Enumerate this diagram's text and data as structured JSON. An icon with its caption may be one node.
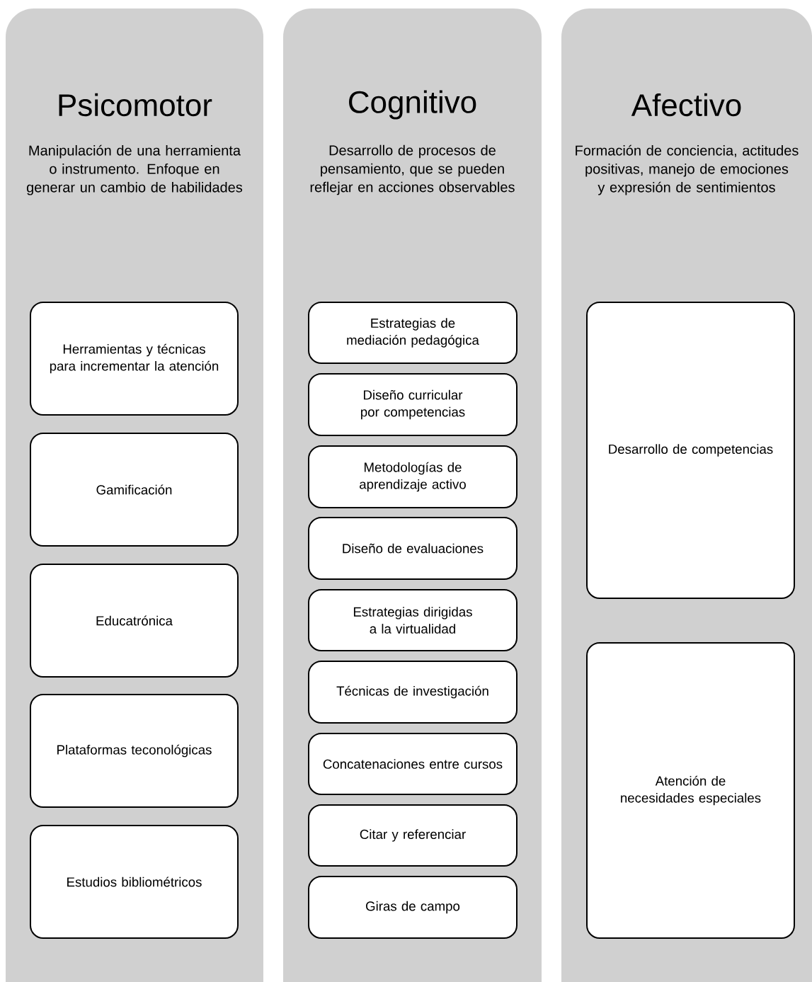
{
  "diagram": {
    "nodes": [
      {
        "text": [
          "Psicomotor",
          "Manipulación de una herramienta o instrumento. Enfoque en generar un cambio de habilidades"
        ]
      },
      {
        "text": [
          "Herramientas y técnicas para incrementar la atención"
        ],
        "in": 0
      },
      {
        "text": [
          "Gamificación"
        ],
        "in": 0
      },
      {
        "text": [
          "Educatrónica"
        ],
        "in": 0
      },
      {
        "text": [
          "Plataformas teconológicas"
        ],
        "in": 0
      },
      {
        "text": [
          "Estudios bibliométricos"
        ],
        "in": 0
      },
      {
        "text": [
          "Cognitivo",
          "Desarrollo de procesos de pensamiento, que se pueden reflejar en acciones observables"
        ]
      },
      {
        "text": [
          "Estrategias de mediación pedagógica"
        ],
        "in": 6
      },
      {
        "text": [
          "Diseño curricular por competencias"
        ],
        "in": 6
      },
      {
        "text": [
          "Metodologías de aprendizaje activo"
        ],
        "in": 6
      },
      {
        "text": [
          "Diseño de evaluaciones"
        ],
        "in": 6
      },
      {
        "text": [
          "Estrategias dirigidas a la virtualidad"
        ],
        "in": 6
      },
      {
        "text": [
          "Técnicas de investigación"
        ],
        "in": 6
      },
      {
        "text": [
          "Concatenaciones entre cursos"
        ],
        "in": 6
      },
      {
        "text": [
          "Citar y referenciar"
        ],
        "in": 6
      },
      {
        "text": [
          "Giras de campo"
        ],
        "in": 6
      },
      {
        "text": [
          "Afectivo",
          "Formación de conciencia, actitudes positivas, manejo de emociones y expresión de sentimientos"
        ]
      },
      {
        "text": [
          "Desarrollo de competencias"
        ],
        "in": 16
      },
      {
        "text": [
          "Atención de necesidades especiales"
        ],
        "in": 16
      }
    ]
  }
}
